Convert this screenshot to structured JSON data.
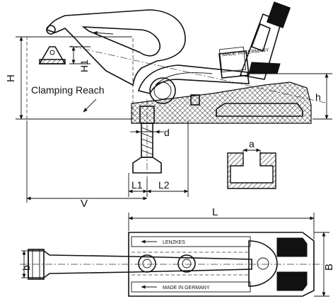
{
  "labels": {
    "H": "H",
    "H1": "H1",
    "h": "h",
    "clamping_reach": "Clamping Reach",
    "d": "d",
    "a": "a",
    "L1": "L1",
    "L2": "L2",
    "V": "V",
    "L": "L",
    "b": "b",
    "B": "B"
  },
  "markings": {
    "side_plate": "MADE IN GERMANY",
    "top_plate_brand": "LENZKES",
    "top_plate_origin": "MADE IN GERMANY"
  }
}
